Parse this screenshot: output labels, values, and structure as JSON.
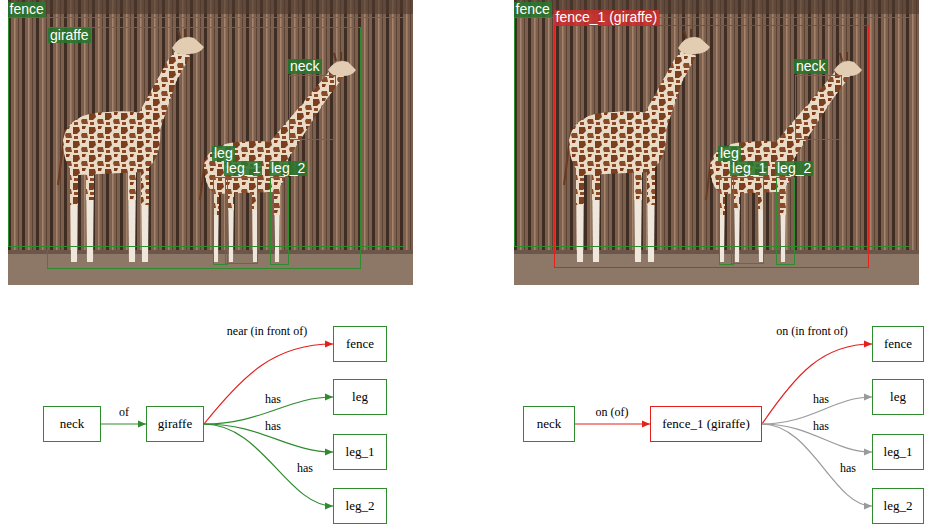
{
  "diagram": {
    "nodes": [
      {
        "text": [
          "fence"
        ]
      },
      {
        "text": [
          "giraffe"
        ]
      },
      {
        "text": [
          "neck"
        ],
        "in": 1
      },
      {
        "text": [
          "leg"
        ],
        "in": 1
      },
      {
        "text": [
          "leg_1"
        ],
        "in": 1
      },
      {
        "text": [
          "leg_2"
        ],
        "in": 1
      },
      {
        "text": [
          "fence"
        ]
      },
      {
        "text": [
          "fence_1 (giraffe)"
        ]
      },
      {
        "text": [
          "neck"
        ],
        "in": 7
      },
      {
        "text": [
          "leg"
        ],
        "in": 7
      },
      {
        "text": [
          "leg_1"
        ],
        "in": 7
      },
      {
        "text": [
          "leg_2"
        ],
        "in": 7
      },
      {
        "text": [
          "neck"
        ]
      },
      {
        "text": [
          "giraffe"
        ]
      },
      {
        "text": [
          "fence"
        ]
      },
      {
        "text": [
          "leg"
        ]
      },
      {
        "text": [
          "leg_1"
        ]
      },
      {
        "text": [
          "leg_2"
        ]
      },
      {
        "text": [
          "neck"
        ]
      },
      {
        "text": [
          "fence_1 (giraffe)"
        ]
      },
      {
        "text": [
          "fence"
        ]
      },
      {
        "text": [
          "leg"
        ]
      },
      {
        "text": [
          "leg_1"
        ]
      },
      {
        "text": [
          "leg_2"
        ]
      }
    ],
    "edges": [
      {
        "from": 12,
        "to": 13,
        "arrow": "to",
        "label": "of"
      },
      {
        "from": 13,
        "to": 14,
        "arrow": "to",
        "label": "near (in front of)"
      },
      {
        "from": 13,
        "to": 15,
        "arrow": "to",
        "label": "has"
      },
      {
        "from": 13,
        "to": 16,
        "arrow": "to",
        "label": "has"
      },
      {
        "from": 13,
        "to": 17,
        "arrow": "to",
        "label": "has"
      },
      {
        "from": 18,
        "to": 19,
        "arrow": "to",
        "label": "on (of)"
      },
      {
        "from": 19,
        "to": 20,
        "arrow": "to",
        "label": "on (in front of)"
      },
      {
        "from": 19,
        "to": 21,
        "arrow": "to",
        "label": "has"
      },
      {
        "from": 19,
        "to": 22,
        "arrow": "to",
        "label": "has"
      },
      {
        "from": 19,
        "to": 23,
        "arrow": "to",
        "label": "has"
      }
    ]
  }
}
